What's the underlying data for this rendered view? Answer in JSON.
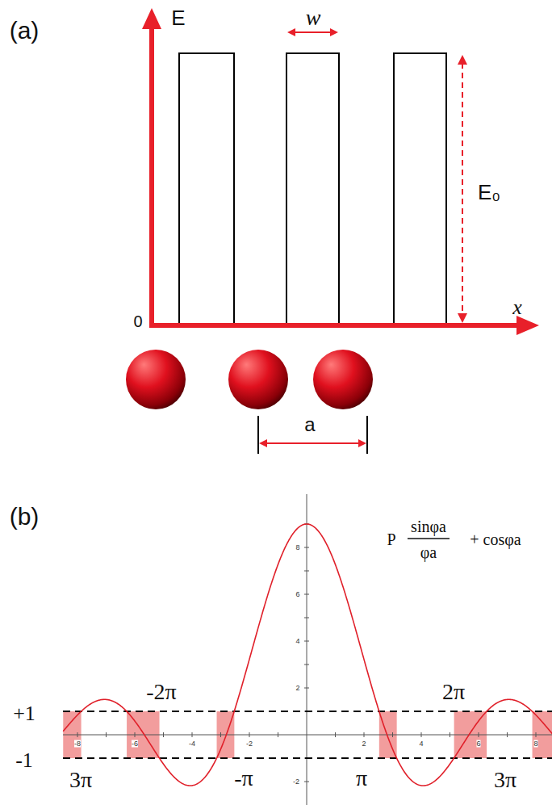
{
  "diagram": {
    "labels": [
      "(a)",
      "E",
      "w",
      "E₀",
      "0",
      "x",
      "a",
      "(b)",
      "P",
      "sinφa",
      "φa",
      "+ cosφa",
      "8",
      "6",
      "4",
      "-2π",
      "2π",
      "+1",
      "2",
      "-8",
      "-6",
      "-4",
      "-2",
      "2",
      "4",
      "6",
      "8",
      "-1",
      "-2",
      "3π",
      "-π",
      "π",
      "3π"
    ]
  }
}
